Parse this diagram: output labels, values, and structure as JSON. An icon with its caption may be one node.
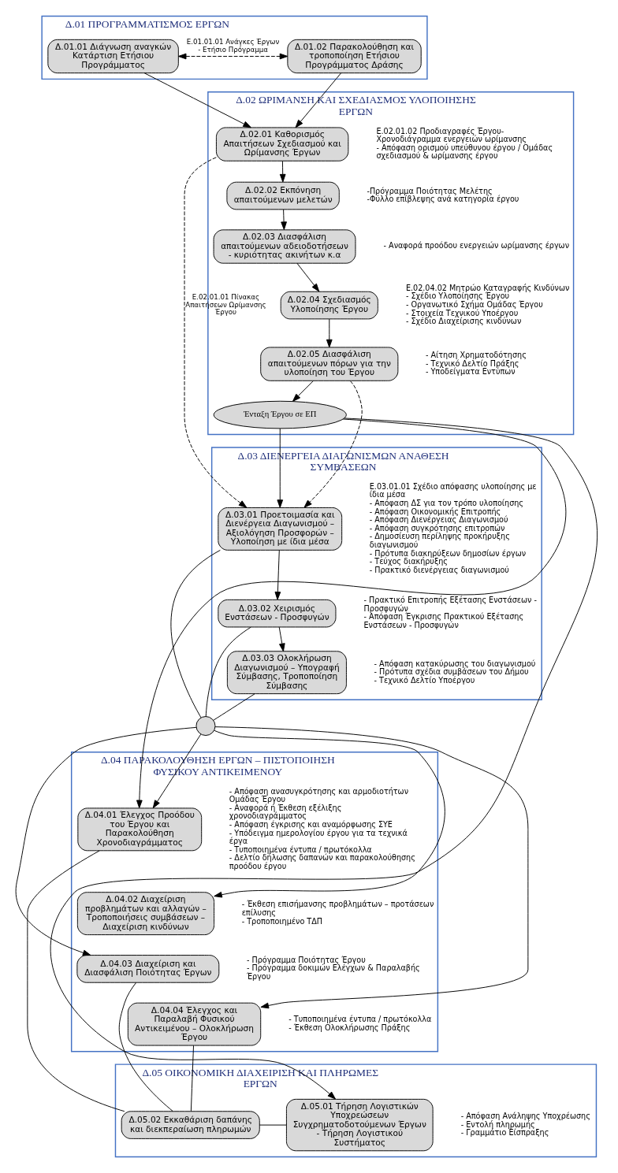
{
  "diagram": {
    "nodes": [
      {
        "text": [
          "Δ.01 ΠΡΟΓΡΑΜΜΑΤΙΣΜΟΣ ΕΡΓΩΝ"
        ]
      },
      {
        "text": [
          "Δ.02 ΩΡΙΜΑΝΣΗ ΚΑΙ ΣΧΕΔΙΑΣΜΟΣ ΥΛΟΠΟΙΗΣΗΣ ΕΡΓΩΝ"
        ]
      },
      {
        "text": [
          "Δ.03 ΔΙΕΝΕΡΓΕΙΑ ΔΙΑΓΩΝΙΣΜΩΝ ΑΝΑΘΕΣΗ ΣΥΜΒΑΣΕΩΝ"
        ]
      },
      {
        "text": [
          "Δ.04 ΠΑΡΑΚΟΛΟΥΘΗΣΗ ΕΡΓΩΝ – ΠΙΣΤΟΠΟΙΗΣΗ ΦΥΣΙΚΟΥ ΑΝΤΙΚΕΙΜΕΝΟΥ"
        ]
      },
      {
        "text": [
          "Δ.05 ΟΙΚΟΝΟΜΙΚΗ ΔΙΑΧΕΙΡΙΣΗ ΚΑΙ ΠΛΗΡΩΜΕΣ ΕΡΓΩΝ"
        ]
      },
      {
        "text": [
          "Δ.01.01 Διάγνωση αναγκών Κατάρτιση Ετήσιου Προγράμματος"
        ],
        "in": 0
      },
      {
        "text": [
          "Δ.01.02 Παρακολούθηση και τροποποίηση Ετήσιου Προγράμματος Δράσης"
        ],
        "in": 0
      },
      {
        "text": [
          "Δ.02.01 Καθορισμός Απαιτήσεων Σχεδιασμού και Ωρίμανσης Έργων"
        ],
        "in": 1,
        "beside": [
          "Ε.02.01.02 Προδιαγραφές Έργου- Χρονοδιάγραμμα ενεργειών ωρίμανσης",
          "- Απόφαση ορισμού υπεύθυνου έργου / Ομάδας σχεδιασμού & ωρίμανσης έργου"
        ]
      },
      {
        "text": [
          "Δ.02.02 Εκπόνηση απαιτούμενων μελετών"
        ],
        "in": 1,
        "beside": [
          "-Πρόγραμμα Ποιότητας Μελέτης",
          "-Φύλλο επίβλεψης ανά κατηγορία έργου"
        ]
      },
      {
        "text": [
          "Δ.02.03 Διασφάλιση απαιτούμενων αδειοδοτήσεων - κυριότητας ακινήτων κ.α"
        ],
        "in": 1,
        "beside": [
          "- Αναφορά προόδου ενεργειών ωρίμανσης έργων"
        ]
      },
      {
        "text": [
          "Δ.02.04 Σχεδιασμός Υλοποίησης Έργου"
        ],
        "in": 1,
        "beside": [
          "Ε.02.04.02 Μητρώο Καταγραφής Κινδύνων",
          "- Σχέδιο Υλοποίησης Έργου",
          "- Οργανωτικό Σχήμα Ομάδας Έργου",
          "- Στοιχεία Τεχνικού Υποέργου",
          "- Σχέδιο Διαχείρισης κινδύνων"
        ]
      },
      {
        "text": [
          "Δ.02.05 Διασφάλιση απαιτούμενων πόρων για την υλοποίηση του Έργου"
        ],
        "in": 1,
        "beside": [
          "- Αίτηση Χρηματοδότησης",
          "- Τεχνικό Δελτίο Πράξης",
          "- Υποδείγματα Εντύπων"
        ]
      },
      {
        "text": [
          "Ένταξη Έργου σε ΕΠ"
        ],
        "in": 1
      },
      {
        "text": [
          "Δ.03.01 Προετοιμασία και Διενέργεια Διαγωνισμού – Αξιολόγηση Προσφορών – Υλοποίηση με ίδια μέσα"
        ],
        "in": 2,
        "beside": [
          "Ε.03.01.01 Σχέδιο απόφασης υλοποίησης με ίδια μέσα",
          "- Απόφαση ΔΣ για τον τρόπο υλοποίησης",
          "- Απόφαση Οικονομικής Επιτροπής",
          "- Απόφαση Διενέργειας Διαγωνισμού",
          "- Απόφαση συγκρότησης επιτροπών",
          "- Δημοσίευση περίληψης προκήρυξης διαγωνισμού",
          "- Πρότυπα διακηρύξεων δημοσίων έργων",
          "- Τεύχος διακήρυξης",
          "- Πρακτικό διενέργειας διαγωνισμού"
        ]
      },
      {
        "text": [
          "Δ.03.02 Χειρισμός Ενστάσεων - Προσφυγών"
        ],
        "in": 2,
        "beside": [
          "- Πρακτικό Επιτροπής Εξέτασης Ενστάσεων - Προσφυγών",
          "- Απόφαση Έγκρισης Πρακτικού Εξέτασης Ενστάσεων - Προσφυγών"
        ]
      },
      {
        "text": [
          "Δ.03.03 Ολοκλήρωση Διαγωνισμού – Υπογραφή Σύμβασης, Τροποποίηση Σύμβασης"
        ],
        "in": 2,
        "beside": [
          "- Απόφαση κατακύρωσης του διαγωνισμού",
          "- Πρότυπα σχέδια συμβάσεων του Δήμου",
          "- Τεχνικό Δελτίο Υποέργου"
        ]
      },
      {
        "text": [],
        "shape": "circle"
      },
      {
        "text": [
          "Δ.04.01 Έλεγχος Προόδου του Έργου και Παρακολούθηση Χρονοδιαγράμματος"
        ],
        "in": 3,
        "beside": [
          "- Απόφαση ανασυγκρότησης και αρμοδιοτήτων Ομάδας Έργου",
          "- Αναφορά ή Έκθεση εξέλιξης χρονοδιαγράμματος",
          "- Απόφαση έγκρισης και αναμόρφωσης ΣΥΕ",
          "- Υπόδειγμα ημερολογίου έργου για τα τεχνικά έργα",
          "- Τυποποιημένα έντυπα / πρωτόκολλα",
          "- Δελτίο δήλωσης δαπανών και παρακολούθησης προόδου έργου"
        ]
      },
      {
        "text": [
          "Δ.04.02 Διαχείριση προβλημάτων και αλλαγών – Τροποποιήσεις συμβάσεων – Διαχείριση κινδύνων"
        ],
        "in": 3,
        "beside": [
          "- Έκθεση επισήμανσης προβλημάτων – προτάσεων επίλυσης",
          "- Τροποποιημένο ΤΔΠ"
        ]
      },
      {
        "text": [
          "Δ.04.03 Διαχείριση και Διασφάλιση Ποιότητας Έργων"
        ],
        "in": 3,
        "beside": [
          "- Πρόγραμμα Ποιότητας Έργου",
          "- Πρόγραμμα δοκιμών Ελέγχων & Παραλαβής Έργου"
        ]
      },
      {
        "text": [
          "Δ.04.04 Έλεγχος και Παραλαβή Φυσικού Αντικειμένου – Ολοκλήρωση Έργου"
        ],
        "in": 3,
        "beside": [
          "- Τυποποιημένα έντυπα / πρωτόκολλα",
          "- Έκθεση Ολοκλήρωσης Πράξης"
        ]
      },
      {
        "text": [
          "Δ.05.01 Τήρηση Λογιστικών Υποχρεώσεων Συγχρηματοδοτούμενων Έργων - Τήρηση Λογιστικού Συστήματος"
        ],
        "in": 4,
        "beside": [
          "- Απόφαση Ανάληψης Υποχρέωσης",
          "- Εντολή πληρωμής",
          "- Γραμμάτιο Είσπραξης"
        ]
      },
      {
        "text": [
          "Δ.05.02 Εκκαθάριση δαπάνης και διεκπεραίωση πληρωμών"
        ],
        "in": 4
      }
    ],
    "edges": [
      {
        "from": 5,
        "to": 7,
        "arrow": "to"
      },
      {
        "from": 6,
        "to": 7,
        "arrow": "to"
      },
      {
        "from": 5,
        "to": 6,
        "arrow": "both",
        "style": "dashed",
        "label": "Ε.01.01.01 Ανάγκες Έργων - Ετήσιο Πρόγραμμα"
      },
      {
        "from": 7,
        "to": 8,
        "arrow": "to"
      },
      {
        "from": 8,
        "to": 9,
        "arrow": "to"
      },
      {
        "from": 9,
        "to": 10,
        "arrow": "to"
      },
      {
        "from": 10,
        "to": 11,
        "arrow": "to"
      },
      {
        "from": 11,
        "to": 12,
        "arrow": "to"
      },
      {
        "from": 7,
        "to": 13,
        "arrow": "to",
        "style": "dashed",
        "label": "Ε.02.01.01 Πίνακας Απαιτήσεων Ωρίμανσης Έργου"
      },
      {
        "from": 11,
        "to": 13,
        "arrow": "to",
        "style": "dashed"
      },
      {
        "from": 12,
        "to": 13,
        "arrow": "to"
      },
      {
        "from": 12,
        "to": 17,
        "arrow": "to"
      },
      {
        "from": 12,
        "to": 21,
        "arrow": "to"
      },
      {
        "from": 13,
        "to": 14,
        "arrow": "to"
      },
      {
        "from": 14,
        "to": 15,
        "arrow": "to"
      },
      {
        "from": 13,
        "to": 16,
        "arrow": "none"
      },
      {
        "from": 14,
        "to": 16,
        "arrow": "none"
      },
      {
        "from": 15,
        "to": 16,
        "arrow": "none"
      },
      {
        "from": 16,
        "to": 17,
        "arrow": "to"
      },
      {
        "from": 16,
        "to": 18,
        "arrow": "to"
      },
      {
        "from": 16,
        "to": 19,
        "arrow": "to"
      },
      {
        "from": 16,
        "to": 20,
        "arrow": "to"
      },
      {
        "from": 17,
        "to": 22,
        "arrow": "none"
      },
      {
        "from": 19,
        "to": 22,
        "arrow": "none"
      },
      {
        "from": 20,
        "to": 22,
        "arrow": "none"
      },
      {
        "from": 21,
        "to": 22,
        "arrow": "none"
      }
    ]
  }
}
